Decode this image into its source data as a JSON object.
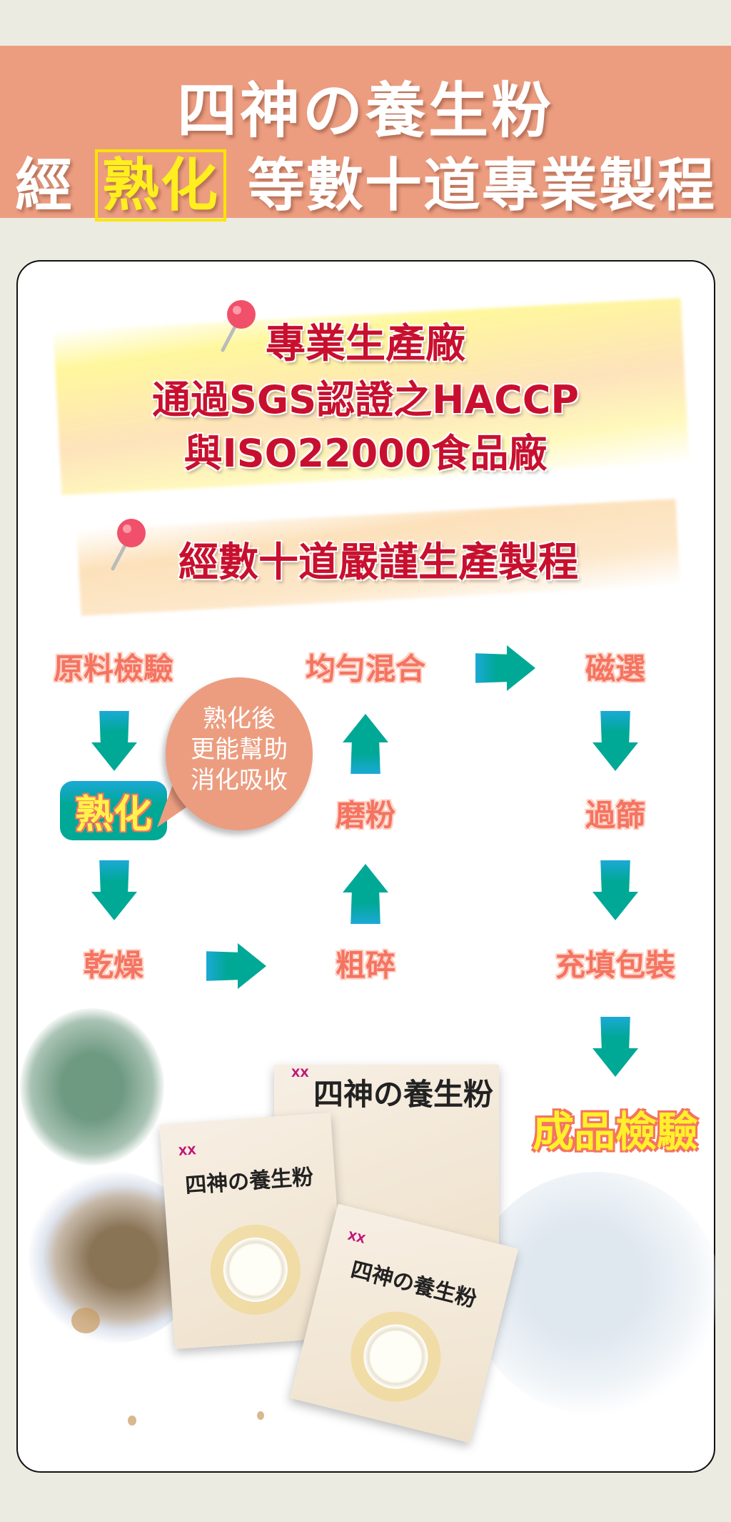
{
  "header": {
    "title": "四神の養生粉",
    "subtitle_prefix": "經",
    "subtitle_highlight": "熟化",
    "subtitle_suffix": "等數十道專業製程"
  },
  "certification": {
    "lines": [
      "專業生產廠",
      "通過SGS認證之HACCP",
      "與ISO22000食品廠"
    ]
  },
  "process_heading": "經數十道嚴謹生產製程",
  "flow": {
    "steps": {
      "raw_inspection": "原料檢驗",
      "maturing": "熟化",
      "drying": "乾燥",
      "coarse_crushing": "粗碎",
      "grinding": "磨粉",
      "mixing": "均勻混合",
      "magnetic_separation": "磁選",
      "sieving": "過篩",
      "filling_packaging": "充填包裝",
      "final_inspection": "成品檢驗"
    },
    "bubble_lines": [
      "熟化後",
      "更能幫助",
      "消化吸收"
    ]
  },
  "product": {
    "name": "四神の養生粉",
    "brand_logo": "XX"
  },
  "colors": {
    "banner": "#ec9d80",
    "arrow_teal": "#00a896",
    "arrow_blue": "#1ba9d6",
    "label_coral": "#f47461",
    "headline_red": "#c8102e",
    "highlight_yellow": "#ffef1f"
  }
}
